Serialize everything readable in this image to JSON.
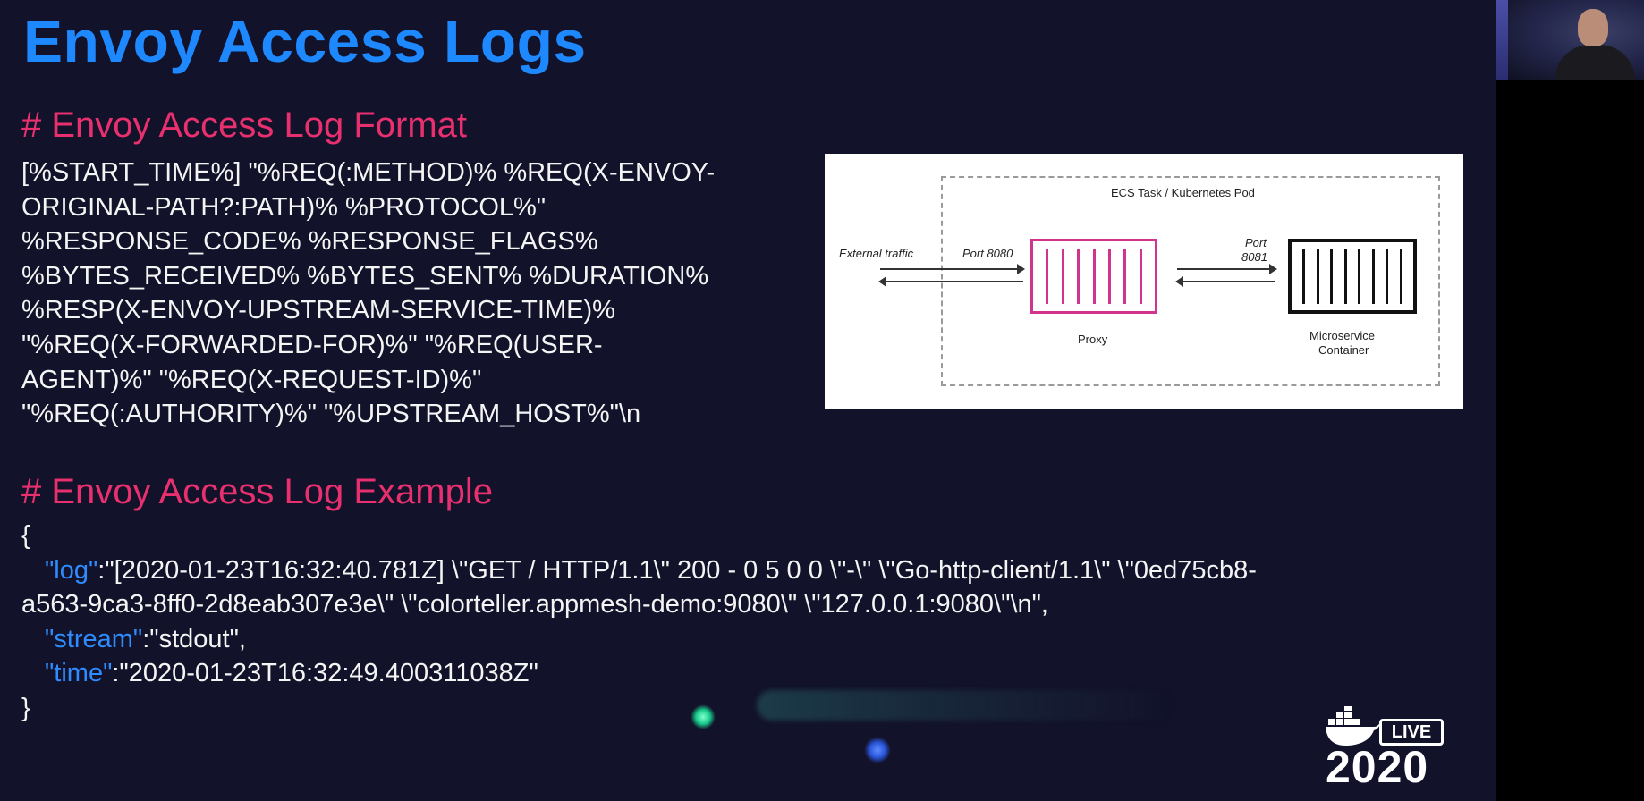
{
  "title": "Envoy Access Logs",
  "format_heading": "# Envoy Access Log Format",
  "format_lines": [
    "[%START_TIME%] \"%REQ(:METHOD)% %REQ(X-ENVOY-",
    "ORIGINAL-PATH?:PATH)% %PROTOCOL%\"",
    "%RESPONSE_CODE% %RESPONSE_FLAGS%",
    "%BYTES_RECEIVED% %BYTES_SENT% %DURATION%",
    "%RESP(X-ENVOY-UPSTREAM-SERVICE-TIME)%",
    "\"%REQ(X-FORWARDED-FOR)%\" \"%REQ(USER-",
    "AGENT)%\" \"%REQ(X-REQUEST-ID)%\"",
    "\"%REQ(:AUTHORITY)%\" \"%UPSTREAM_HOST%\"\\n"
  ],
  "example_heading": "# Envoy Access Log Example",
  "example": {
    "open_brace": "{",
    "log_key": "\"log\"",
    "log_value_1": ":\"[2020-01-23T16:32:40.781Z] \\\"GET / HTTP/1.1\\\" 200 - 0 5 0 0 \\\"-\\\" \\\"Go-http-client/1.1\\\" \\\"0ed75cb8-",
    "log_value_2": "a563-9ca3-8ff0-2d8eab307e3e\\\" \\\"colorteller.appmesh-demo:9080\\\" \\\"127.0.0.1:9080\\\"\\n\",",
    "stream_key": "\"stream\"",
    "stream_value": ":\"stdout\",",
    "time_key": "\"time\"",
    "time_value": ":\"2020-01-23T16:32:49.400311038Z\"",
    "close_brace": "}"
  },
  "diagram": {
    "pod_label": "ECS Task / Kubernetes Pod",
    "external_traffic": "External traffic",
    "port_8080": "Port 8080",
    "port_8081_line1": "Port",
    "port_8081_line2": "8081",
    "proxy_label": "Proxy",
    "service_label_line1": "Microservice",
    "service_label_line2": "Container"
  },
  "logo": {
    "live": "LIVE",
    "year": "2020"
  },
  "colors": {
    "title": "#1e88ff",
    "heading": "#e8306f",
    "json_key": "#2f8cff",
    "background": "#12122a",
    "proxy": "#d2338c"
  }
}
